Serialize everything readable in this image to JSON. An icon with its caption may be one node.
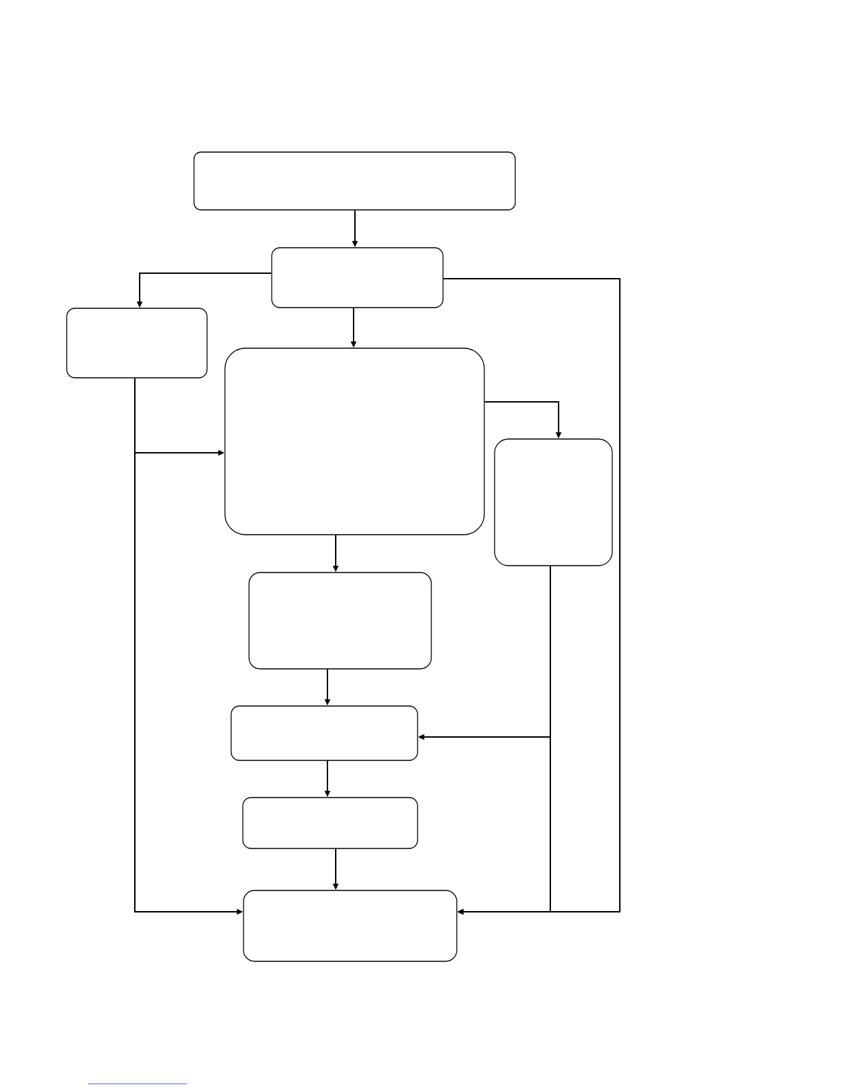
{
  "diagram": {
    "nodes": [
      {
        "text": [],
        "shape": "box"
      },
      {
        "text": [],
        "shape": "box"
      },
      {
        "text": [],
        "shape": "box"
      },
      {
        "text": [],
        "shape": "box"
      },
      {
        "text": [],
        "shape": "box"
      },
      {
        "text": [],
        "shape": "box"
      },
      {
        "text": [],
        "shape": "box"
      },
      {
        "text": [],
        "shape": "box"
      },
      {
        "text": [],
        "shape": "box"
      }
    ],
    "edges": [
      {
        "from": 0,
        "to": 1,
        "arrow": "to"
      },
      {
        "from": 1,
        "to": 2,
        "arrow": "to"
      },
      {
        "from": 1,
        "to": 3,
        "arrow": "to"
      },
      {
        "from": 1,
        "to": 8,
        "arrow": "to"
      },
      {
        "from": 2,
        "to": 3,
        "arrow": "to"
      },
      {
        "from": 2,
        "to": 8,
        "arrow": "to"
      },
      {
        "from": 3,
        "to": 4,
        "arrow": "to"
      },
      {
        "from": 3,
        "to": 5,
        "arrow": "to"
      },
      {
        "from": 4,
        "to": 6,
        "arrow": "to"
      },
      {
        "from": 4,
        "to": 8,
        "arrow": "to"
      },
      {
        "from": 5,
        "to": 6,
        "arrow": "to"
      },
      {
        "from": 6,
        "to": 7,
        "arrow": "to"
      },
      {
        "from": 7,
        "to": 8,
        "arrow": "to"
      }
    ]
  }
}
